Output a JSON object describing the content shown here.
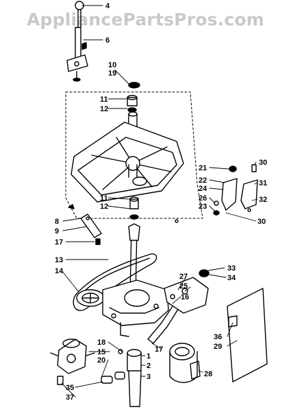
{
  "watermark": "AppliancePartsPros.com",
  "callouts": [
    "4",
    "6",
    "10",
    "19",
    "11",
    "12",
    "11",
    "12",
    "8",
    "9",
    "17",
    "13",
    "14",
    "21",
    "22",
    "24",
    "26",
    "23",
    "30",
    "30",
    "31",
    "32",
    "27",
    "25",
    "16",
    "33",
    "34",
    "18",
    "15",
    "20",
    "1",
    "2",
    "3",
    "17",
    "35",
    "37",
    "36",
    "29",
    "28"
  ],
  "diagram": {
    "parts": [
      "knob-ball",
      "shaft-bracket",
      "cap",
      "bearing",
      "spin-tube",
      "base-plate",
      "pivot-bracket",
      "drive-belt",
      "pulley",
      "transmission",
      "agitator-shaft",
      "motor-bracket-left",
      "motor-bracket-right",
      "brake",
      "lever-arm",
      "pump",
      "motor",
      "motor-shield",
      "clamps",
      "shaft-collars"
    ]
  }
}
